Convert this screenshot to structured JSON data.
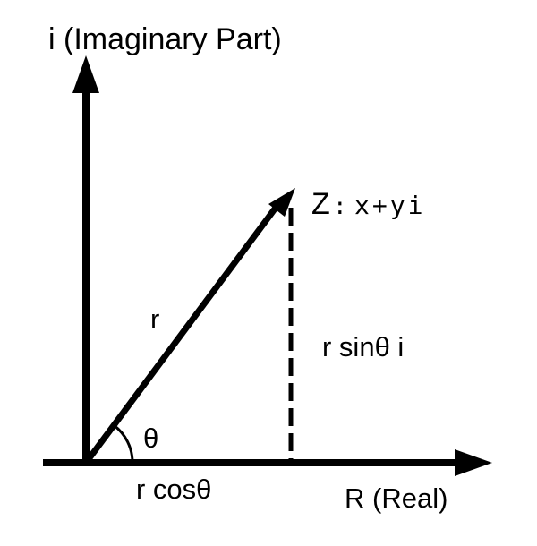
{
  "axes": {
    "imaginary_label": "i (Imaginary Part)",
    "real_label": "R (Real)"
  },
  "point": {
    "name": "Z",
    "separator": ":",
    "expression": "x+yi"
  },
  "labels": {
    "modulus": "r",
    "angle": "θ",
    "real_component": "r cosθ",
    "imaginary_component": "r sinθ i"
  },
  "colors": {
    "stroke": "#000000",
    "background": "#ffffff"
  }
}
